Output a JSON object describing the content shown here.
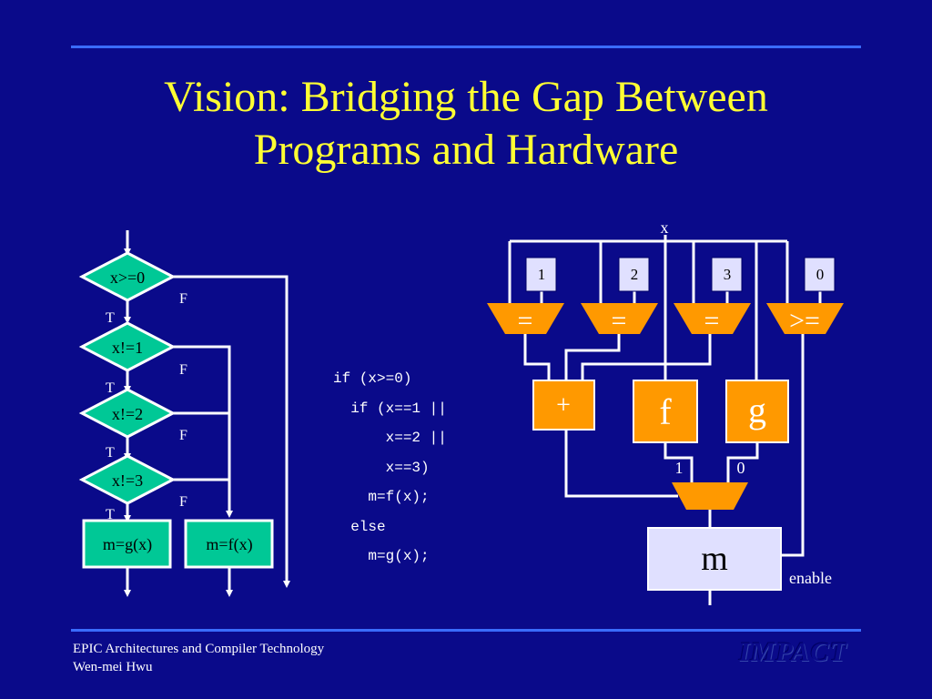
{
  "slide": {
    "title_line1": "Vision: Bridging the Gap Between",
    "title_line2": "Programs and  Hardware"
  },
  "flowchart": {
    "decisions": [
      "x>=0",
      "x!=1",
      "x!=2",
      "x!=3"
    ],
    "true_label": "T",
    "false_label": "F",
    "actions": [
      "m=g(x)",
      "m=f(x)"
    ]
  },
  "code": {
    "lines": [
      "if (x>=0)",
      "  if (x==1 ||",
      "      x==2 ||",
      "      x==3)",
      "    m=f(x);",
      "  else",
      "    m=g(x);"
    ]
  },
  "hardware": {
    "input_label": "x",
    "constants": [
      "1",
      "2",
      "3",
      "0"
    ],
    "comparators": [
      "=",
      "=",
      "=",
      ">="
    ],
    "units": [
      "+",
      "f",
      "g"
    ],
    "mux_inputs": [
      "1",
      "0"
    ],
    "register": "m",
    "enable_label": "enable"
  },
  "footer": {
    "line1": "EPIC Architectures and Compiler Technology",
    "line2": "Wen-mei Hwu",
    "logo": "IMPACT"
  },
  "colors": {
    "background": "#0a0a8a",
    "title": "#ffff33",
    "rule": "#3a6cff",
    "decision_fill": "#00c896",
    "hw_block": "#ff9900",
    "register_fill": "#e0e0ff",
    "constant_fill": "#e0e0ff"
  }
}
